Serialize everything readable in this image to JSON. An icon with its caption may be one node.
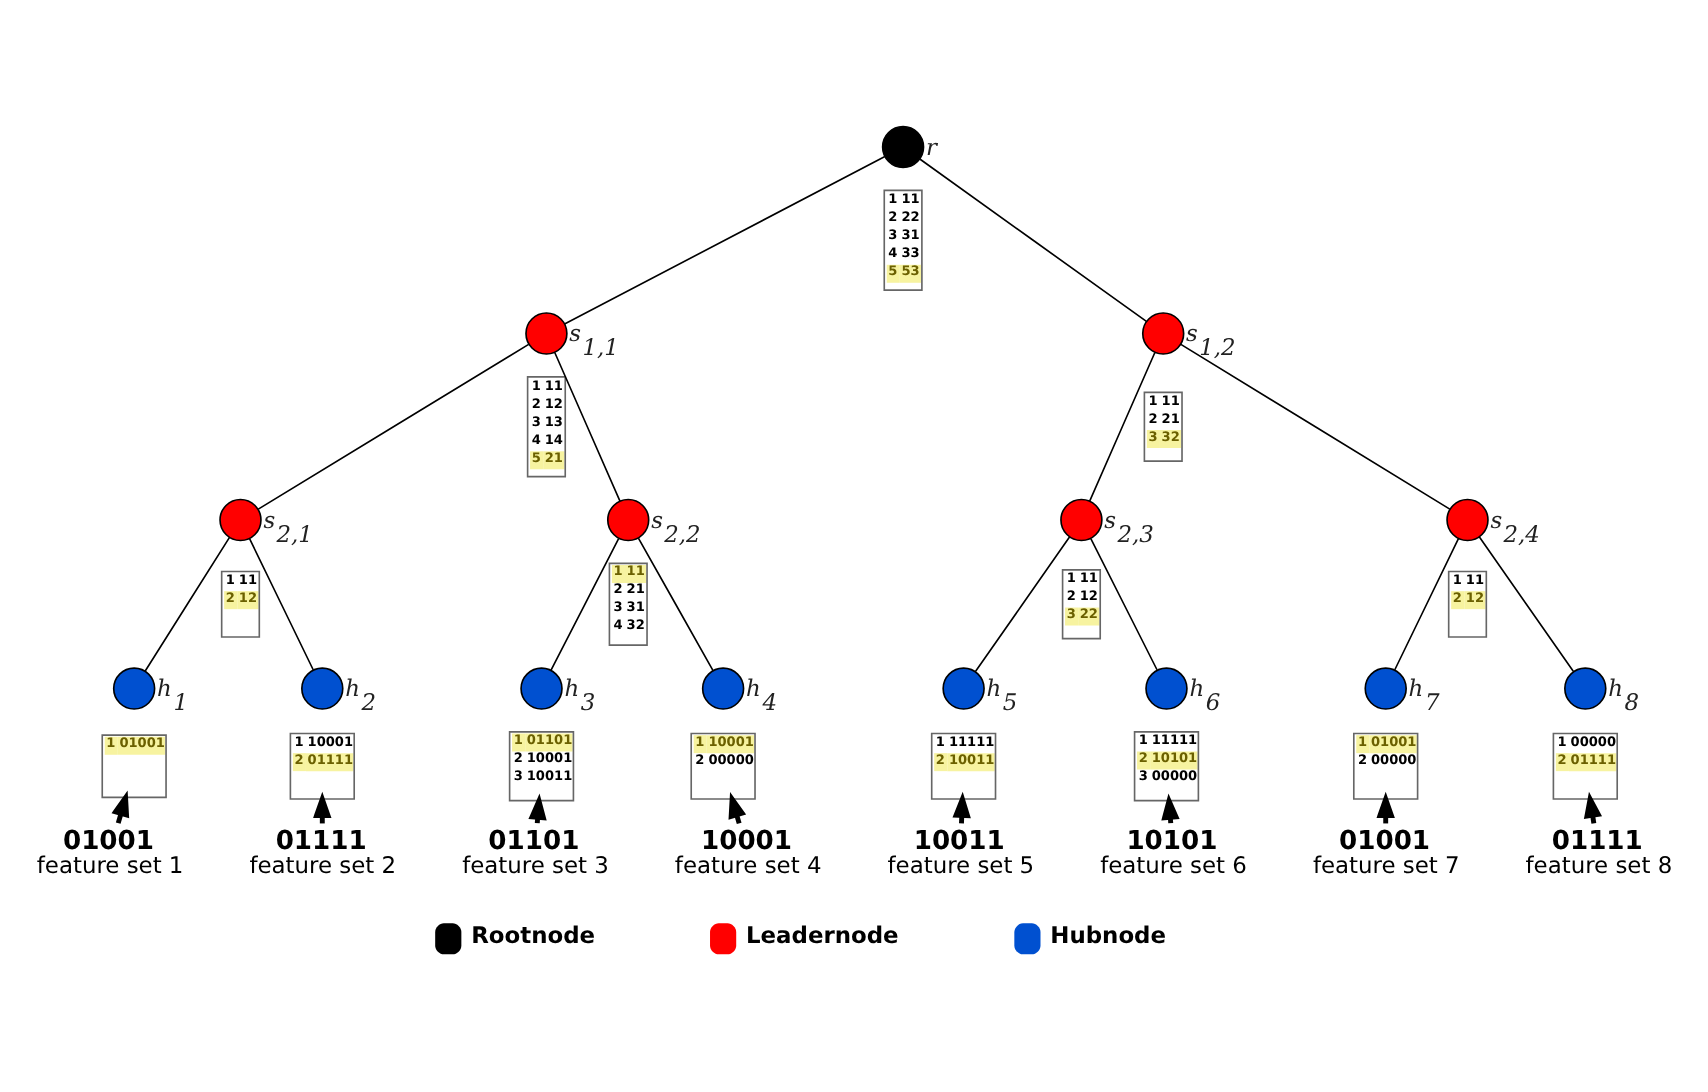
{
  "diagram": {
    "nodes": [
      {
        "text": [],
        "shape": "circle",
        "beside": [
          "r"
        ]
      },
      {
        "text": [
          "1 11",
          "2 22",
          "3 31",
          "4 33",
          "5 53"
        ]
      },
      {
        "text": [],
        "shape": "circle",
        "beside": [
          "s$_{1,1}$"
        ]
      },
      {
        "text": [
          "1 11",
          "2 12",
          "3 13",
          "4 14",
          "5 21"
        ]
      },
      {
        "text": [],
        "shape": "circle",
        "beside": [
          "s$_{1,2}$"
        ]
      },
      {
        "text": [
          "1 11",
          "2 21",
          "3 32"
        ]
      },
      {
        "text": [],
        "shape": "circle",
        "beside": [
          "s$_{2,1}$"
        ]
      },
      {
        "text": [
          "1 11",
          "2 12"
        ]
      },
      {
        "text": [],
        "shape": "circle",
        "beside": [
          "s$_{2,2}$"
        ]
      },
      {
        "text": [
          "1 11",
          "2 21",
          "3 31",
          "4 32"
        ]
      },
      {
        "text": [],
        "shape": "circle",
        "beside": [
          "s$_{2,3}$"
        ]
      },
      {
        "text": [
          "1 11",
          "2 12",
          "3 22"
        ]
      },
      {
        "text": [],
        "shape": "circle",
        "beside": [
          "s$_{2,4}$"
        ]
      },
      {
        "text": [
          "1 11",
          "2 12"
        ]
      },
      {
        "text": [],
        "shape": "circle",
        "beside": [
          "h$_{1}$"
        ]
      },
      {
        "text": [
          "1 01001"
        ]
      },
      {
        "text": [],
        "shape": "circle",
        "beside": [
          "h$_{2}$"
        ]
      },
      {
        "text": [
          "1 10001",
          "2 01111"
        ]
      },
      {
        "text": [],
        "shape": "circle",
        "beside": [
          "h$_{3}$"
        ]
      },
      {
        "text": [
          "1 01101",
          "2 10001",
          "3 10011"
        ]
      },
      {
        "text": [],
        "shape": "circle",
        "beside": [
          "h$_{4}$"
        ]
      },
      {
        "text": [
          "1 10001",
          "2 00000"
        ]
      },
      {
        "text": [],
        "shape": "circle",
        "beside": [
          "h$_{5}$"
        ]
      },
      {
        "text": [
          "1 11111",
          "2 10011"
        ]
      },
      {
        "text": [],
        "shape": "circle",
        "beside": [
          "h$_{6}$"
        ]
      },
      {
        "text": [
          "1 11111",
          "2 10101",
          "3 00000"
        ]
      },
      {
        "text": [],
        "shape": "circle",
        "beside": [
          "h$_{7}$"
        ]
      },
      {
        "text": [
          "1 01001",
          "2 00000"
        ]
      },
      {
        "text": [],
        "shape": "circle",
        "beside": [
          "h$_{8}$"
        ]
      },
      {
        "text": [
          "1 00000",
          "2 01111"
        ]
      },
      {
        "text": [
          "01001",
          "feature set 1"
        ]
      },
      {
        "text": [
          "01111",
          "feature set 2"
        ]
      },
      {
        "text": [
          "01101",
          "feature set 3"
        ]
      },
      {
        "text": [
          "10001",
          "feature set 4"
        ]
      },
      {
        "text": [
          "10011",
          "feature set 5"
        ]
      },
      {
        "text": [
          "10101",
          "feature set 6"
        ]
      },
      {
        "text": [
          "01001",
          "feature set 7"
        ]
      },
      {
        "text": [
          "01111",
          "feature set 8"
        ]
      }
    ],
    "edges": [
      {
        "from": 0,
        "to": 2,
        "arrow": "none"
      },
      {
        "from": 0,
        "to": 4,
        "arrow": "none"
      },
      {
        "from": 2,
        "to": 6,
        "arrow": "none"
      },
      {
        "from": 2,
        "to": 8,
        "arrow": "none"
      },
      {
        "from": 4,
        "to": 10,
        "arrow": "none"
      },
      {
        "from": 4,
        "to": 12,
        "arrow": "none"
      },
      {
        "from": 6,
        "to": 14,
        "arrow": "none"
      },
      {
        "from": 6,
        "to": 16,
        "arrow": "none"
      },
      {
        "from": 8,
        "to": 18,
        "arrow": "none"
      },
      {
        "from": 8,
        "to": 20,
        "arrow": "none"
      },
      {
        "from": 10,
        "to": 22,
        "arrow": "none"
      },
      {
        "from": 10,
        "to": 24,
        "arrow": "none"
      },
      {
        "from": 12,
        "to": 26,
        "arrow": "none"
      },
      {
        "from": 12,
        "to": 28,
        "arrow": "none"
      },
      {
        "from": 30,
        "to": 15,
        "arrow": "to",
        "style": "thick"
      },
      {
        "from": 31,
        "to": 17,
        "arrow": "to",
        "style": "thick"
      },
      {
        "from": 32,
        "to": 19,
        "arrow": "to",
        "style": "thick"
      },
      {
        "from": 33,
        "to": 21,
        "arrow": "to",
        "style": "thick"
      },
      {
        "from": 34,
        "to": 23,
        "arrow": "to",
        "style": "thick"
      },
      {
        "from": 35,
        "to": 25,
        "arrow": "to",
        "style": "thick"
      },
      {
        "from": 36,
        "to": 27,
        "arrow": "to",
        "style": "thick"
      },
      {
        "from": 37,
        "to": 29,
        "arrow": "to",
        "style": "thick"
      }
    ],
    "legend": [
      {
        "text": "Rootnode",
        "color": "#000000"
      },
      {
        "text": "Leadernode",
        "color": "#ff0000"
      },
      {
        "text": "Hubnode",
        "color": "#0050d0"
      }
    ]
  }
}
